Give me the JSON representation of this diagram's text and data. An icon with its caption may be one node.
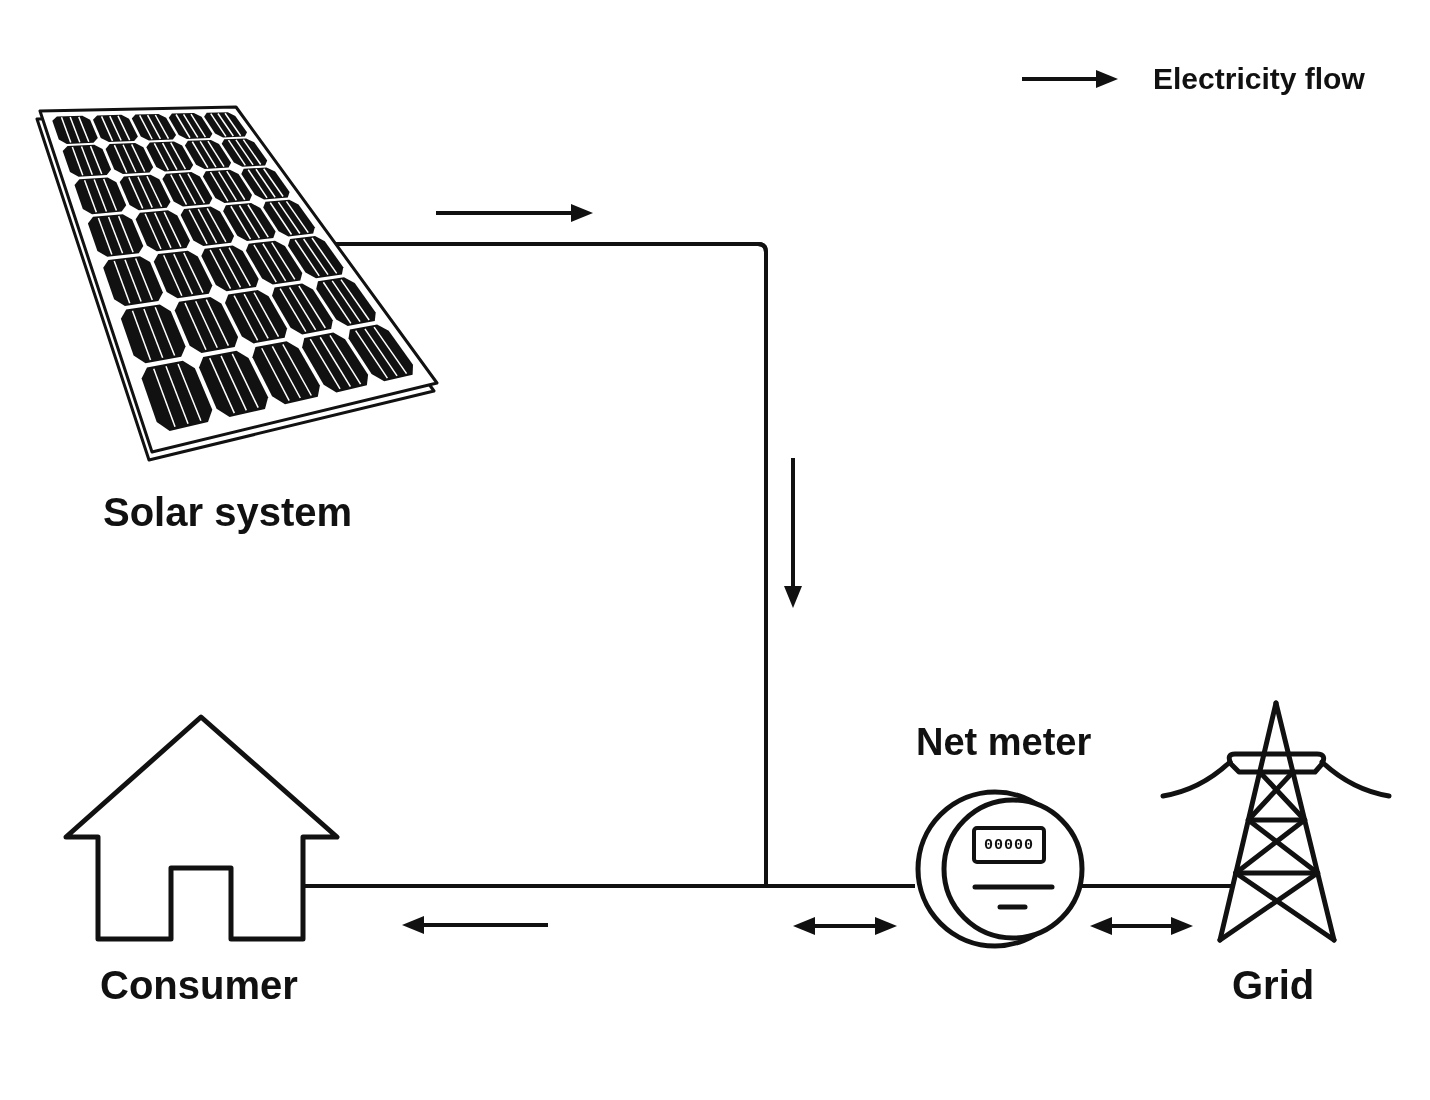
{
  "diagram": {
    "nodes": [
      {
        "text": [
          "Solar system"
        ]
      },
      {
        "text": [
          "Consumer"
        ]
      },
      {
        "text": [
          "Net meter",
          "00000"
        ]
      },
      {
        "text": [
          "Grid"
        ]
      }
    ],
    "edges": [
      {
        "from": 0,
        "to": 1,
        "arrow": "none"
      },
      {
        "from": 0,
        "to": 2,
        "arrow": "none"
      },
      {
        "from": 2,
        "to": 1,
        "arrow": "none"
      },
      {
        "from": 2,
        "to": 3,
        "arrow": "none"
      }
    ],
    "legend": [
      {
        "text": "Electricity flow"
      }
    ]
  }
}
